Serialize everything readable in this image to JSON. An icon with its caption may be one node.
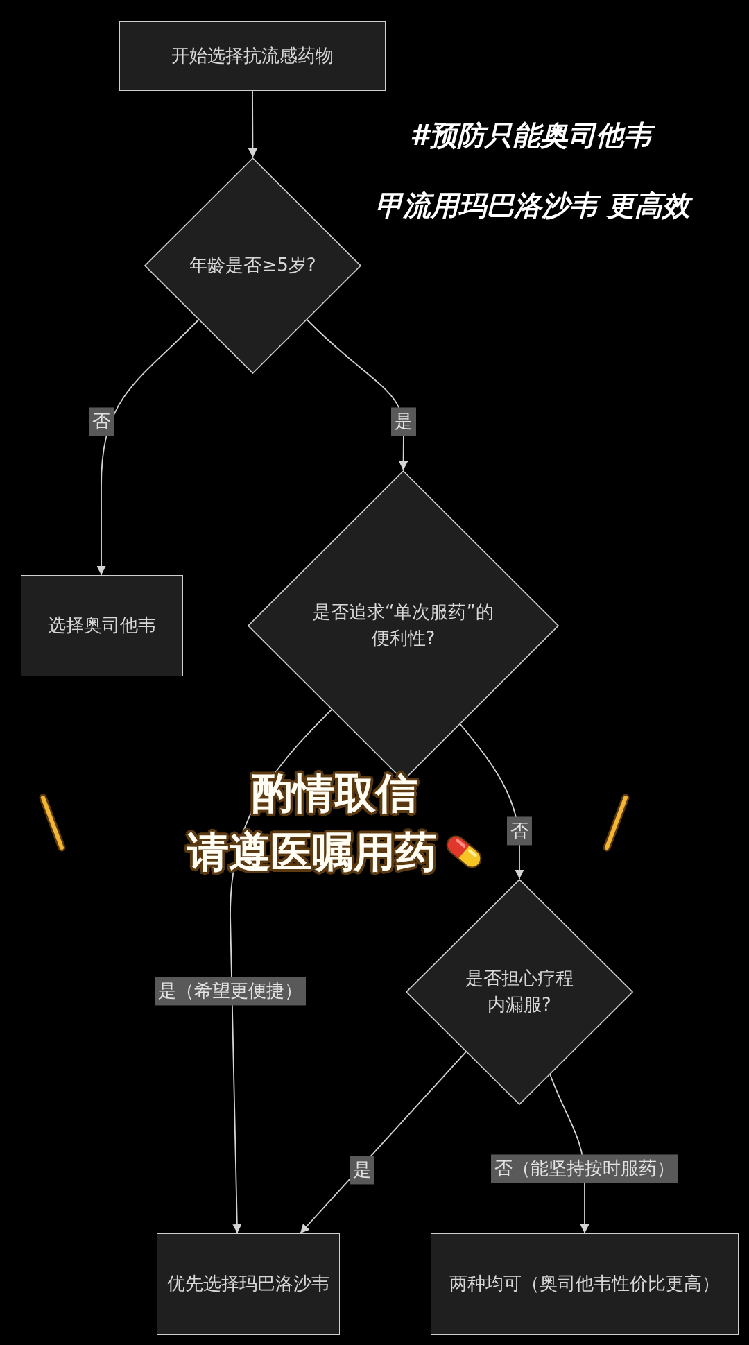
{
  "diagram": {
    "nodes": [
      {
        "text": [
          "开始选择抗流感药物"
        ]
      },
      {
        "text": [
          "年龄是否≥5岁?"
        ]
      },
      {
        "text": [
          "选择奥司他韦"
        ]
      },
      {
        "text": [
          "是否追求“单次服药”的便利性?"
        ]
      },
      {
        "text": [
          "是否担心疗程内漏服?"
        ]
      },
      {
        "text": [
          "优先选择玛巴洛沙韦"
        ]
      },
      {
        "text": [
          "两种均可（奥司他韦性价比更高）"
        ]
      }
    ],
    "edges": [
      {
        "from": 0,
        "to": 1,
        "arrow": "to"
      },
      {
        "from": 1,
        "to": 2,
        "label": "否",
        "arrow": "to"
      },
      {
        "from": 1,
        "to": 3,
        "label": "是",
        "arrow": "to"
      },
      {
        "from": 3,
        "to": 5,
        "label": "是（希望更便捷）",
        "arrow": "to"
      },
      {
        "from": 3,
        "to": 4,
        "label": "否",
        "arrow": "to"
      },
      {
        "from": 4,
        "to": 5,
        "label": "是",
        "arrow": "to"
      },
      {
        "from": 4,
        "to": 6,
        "label": "否（能坚持按时服药）",
        "arrow": "to"
      }
    ],
    "labels": [
      "#预防只能奥司他韦",
      "甲流用玛巴洛沙韦 更高效",
      "酌情取信",
      "请遵医嘱用药"
    ]
  }
}
